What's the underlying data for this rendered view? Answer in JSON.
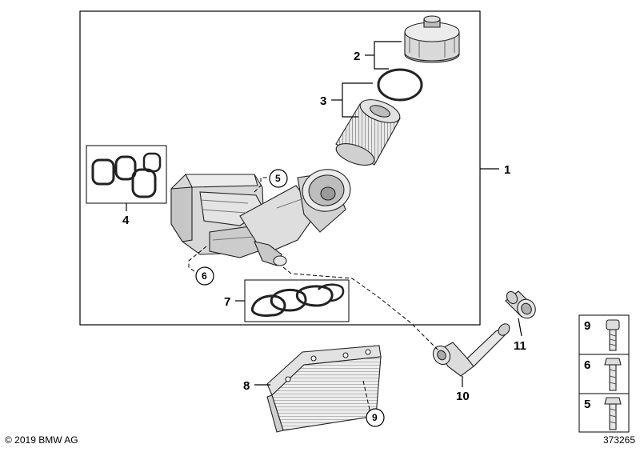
{
  "callouts": {
    "c1": "1",
    "c2": "2",
    "c3": "3",
    "c4": "4",
    "c5": "5",
    "c6": "6",
    "c7": "7",
    "c8": "8",
    "c9": "9",
    "c10": "10",
    "c11": "11"
  },
  "legend": {
    "n9": "9",
    "n6": "6",
    "n5": "5"
  },
  "footer": {
    "copyright": "© 2019 BMW AG",
    "diagram_id": "373265"
  }
}
